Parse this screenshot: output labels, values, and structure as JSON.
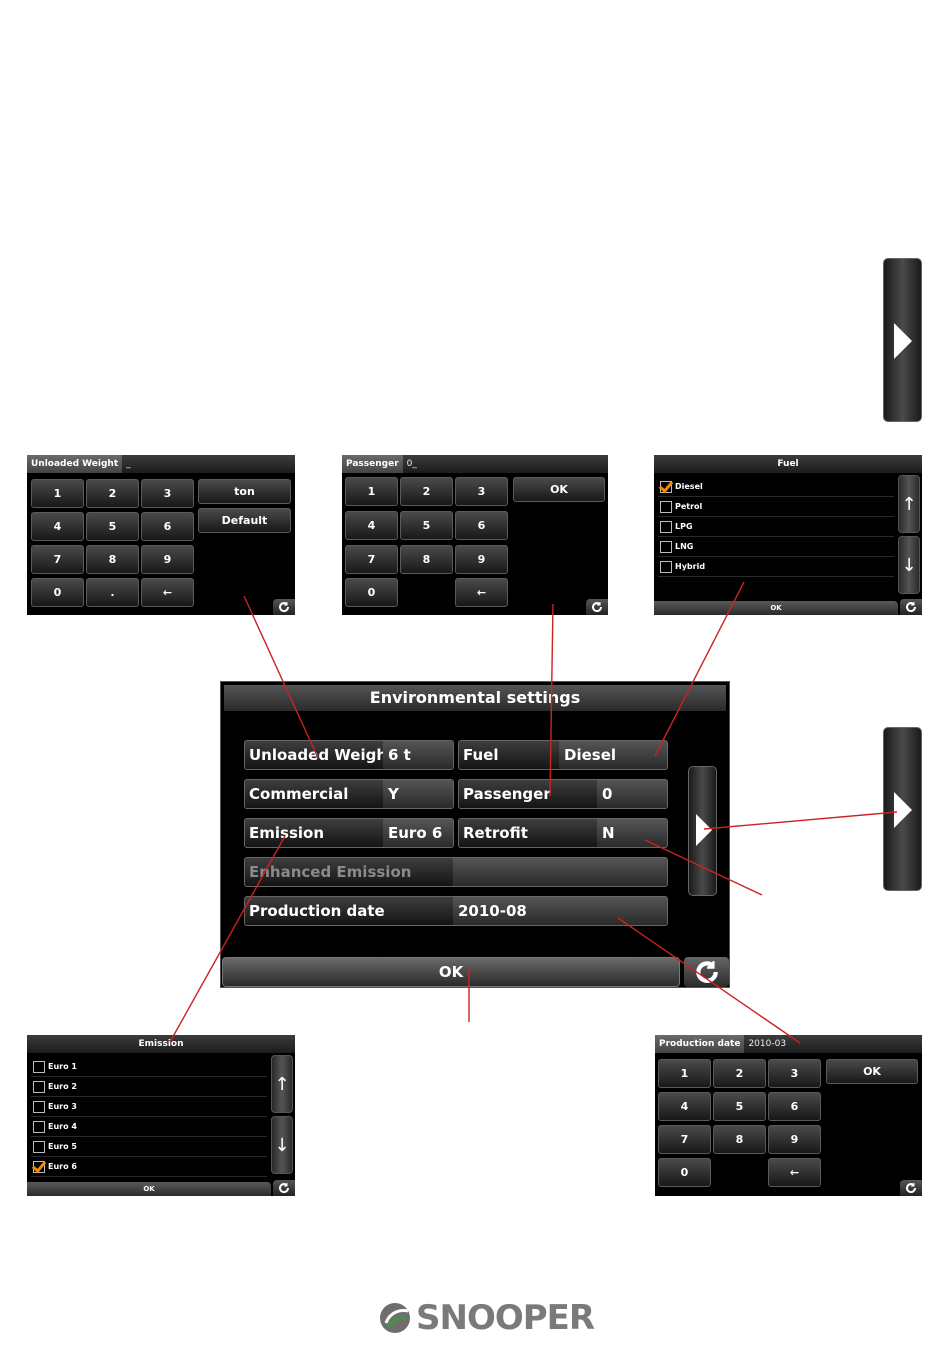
{
  "unloaded_weight_screen": {
    "header_label": "Unloaded Weight",
    "header_value": "_",
    "keys": [
      "1",
      "2",
      "3",
      "4",
      "5",
      "6",
      "7",
      "8",
      "9",
      "0",
      ".",
      "←"
    ],
    "unit_button": "ton",
    "default_button": "Default"
  },
  "passenger_screen": {
    "header_label": "Passenger",
    "header_value": "0_",
    "keys": [
      "1",
      "2",
      "3",
      "4",
      "5",
      "6",
      "7",
      "8",
      "9",
      "0",
      "←"
    ],
    "ok_button": "OK"
  },
  "fuel_screen": {
    "title": "Fuel",
    "options": [
      {
        "label": "Diesel",
        "checked": true
      },
      {
        "label": "Petrol",
        "checked": false
      },
      {
        "label": "LPG",
        "checked": false
      },
      {
        "label": "LNG",
        "checked": false
      },
      {
        "label": "Hybrid",
        "checked": false
      }
    ],
    "ok_button": "OK"
  },
  "environmental_settings": {
    "title": "Environmental settings",
    "fields": {
      "unloaded_weight": {
        "label": "Unloaded Weight",
        "value": "6 t"
      },
      "fuel": {
        "label": "Fuel",
        "value": "Diesel"
      },
      "commercial": {
        "label": "Commercial",
        "value": "Y"
      },
      "passenger": {
        "label": "Passenger",
        "value": "0"
      },
      "emission": {
        "label": "Emission",
        "value": "Euro 6"
      },
      "retrofit": {
        "label": "Retrofit",
        "value": "N"
      },
      "enhanced_emission": {
        "label": "Enhanced Emission",
        "value": ""
      },
      "production_date": {
        "label": "Production date",
        "value": "2010-08"
      }
    },
    "ok_button": "OK"
  },
  "emission_screen": {
    "title": "Emission",
    "options": [
      {
        "label": "Euro 1",
        "checked": false
      },
      {
        "label": "Euro 2",
        "checked": false
      },
      {
        "label": "Euro 3",
        "checked": false
      },
      {
        "label": "Euro 4",
        "checked": false
      },
      {
        "label": "Euro 5",
        "checked": false
      },
      {
        "label": "Euro 6",
        "checked": true
      }
    ],
    "ok_button": "OK"
  },
  "production_date_screen": {
    "header_label": "Production date",
    "header_value": "2010-03",
    "keys": [
      "1",
      "2",
      "3",
      "4",
      "5",
      "6",
      "7",
      "8",
      "9",
      "0",
      "←"
    ],
    "ok_button": "OK"
  },
  "logo": {
    "text": "SNOOPER"
  },
  "colors": {
    "annotation_line": "#cc2222",
    "check_mark": "#f08a00"
  }
}
